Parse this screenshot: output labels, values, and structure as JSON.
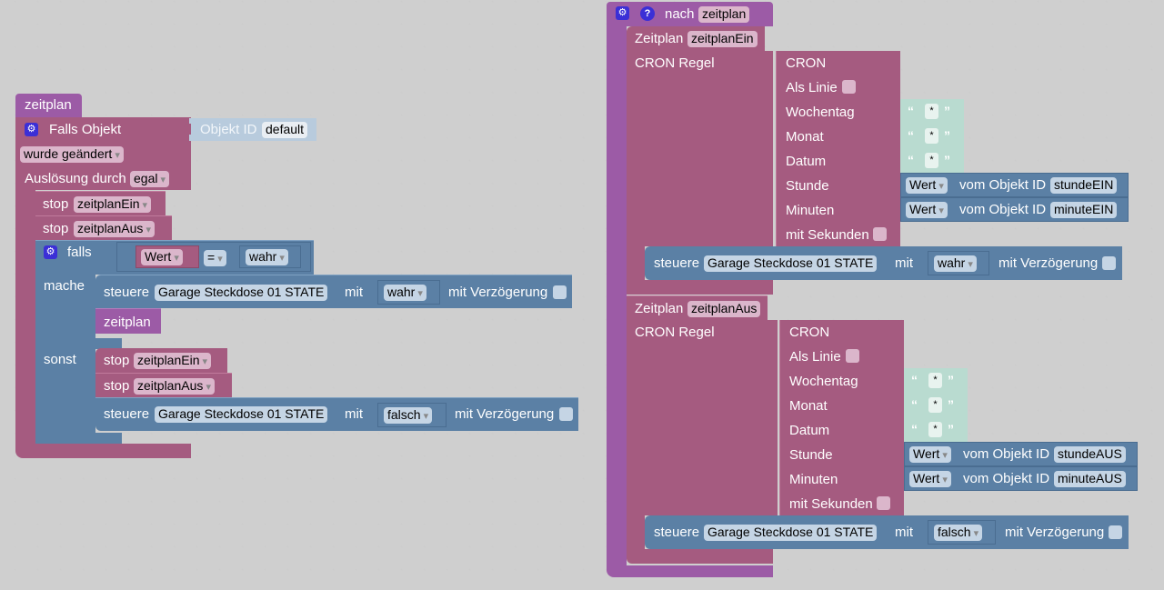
{
  "left_script": {
    "trigger_block": "zeitplan",
    "on_change": {
      "label": "Falls Objekt",
      "object_id_label": "Objekt ID",
      "object_id_value": "default",
      "condition": "wurde geändert",
      "trigger_label": "Auslösung durch",
      "trigger_value": "egal"
    },
    "stops": [
      {
        "label": "stop",
        "value": "zeitplanEin"
      },
      {
        "label": "stop",
        "value": "zeitplanAus"
      }
    ],
    "if_block": {
      "if_label": "falls",
      "left": "Wert",
      "operator": "=",
      "right": "wahr",
      "then_label": "mache",
      "then_control": {
        "label": "steuere",
        "object": "Garage Steckdose 01 STATE",
        "with": "mit",
        "value": "wahr",
        "delay": "mit Verzögerung"
      },
      "then_call": "zeitplan",
      "else_label": "sonst",
      "else_stops": [
        {
          "label": "stop",
          "value": "zeitplanEin"
        },
        {
          "label": "stop",
          "value": "zeitplanAus"
        }
      ],
      "else_control": {
        "label": "steuere",
        "object": "Garage Steckdose 01 STATE",
        "with": "mit",
        "value": "falsch",
        "delay": "mit Verzögerung"
      }
    }
  },
  "right_script": {
    "function_label": "nach",
    "function_name": "zeitplan",
    "schedules": [
      {
        "label": "Zeitplan",
        "name": "zeitplanEin",
        "cron_rule": "CRON Regel",
        "cron": {
          "title": "CRON",
          "as_line": "Als Linie",
          "weekday": "Wochentag",
          "month": "Monat",
          "date": "Datum",
          "hour": "Stunde",
          "minutes": "Minuten",
          "with_seconds": "mit Sekunden",
          "star": "*",
          "hour_value": {
            "mode": "Wert",
            "label": "vom Objekt ID",
            "id": "stundeEIN"
          },
          "minute_value": {
            "mode": "Wert",
            "label": "vom Objekt ID",
            "id": "minuteEIN"
          }
        },
        "control": {
          "label": "steuere",
          "object": "Garage Steckdose 01 STATE",
          "with": "mit",
          "value": "wahr",
          "delay": "mit Verzögerung"
        }
      },
      {
        "label": "Zeitplan",
        "name": "zeitplanAus",
        "cron_rule": "CRON Regel",
        "cron": {
          "title": "CRON",
          "as_line": "Als Linie",
          "weekday": "Wochentag",
          "month": "Monat",
          "date": "Datum",
          "hour": "Stunde",
          "minutes": "Minuten",
          "with_seconds": "mit Sekunden",
          "star": "*",
          "hour_value": {
            "mode": "Wert",
            "label": "vom Objekt ID",
            "id": "stundeAUS"
          },
          "minute_value": {
            "mode": "Wert",
            "label": "vom Objekt ID",
            "id": "minuteAUS"
          }
        },
        "control": {
          "label": "steuere",
          "object": "Garage Steckdose 01 STATE",
          "with": "mit",
          "value": "falsch",
          "delay": "mit Verzögerung"
        }
      }
    ]
  },
  "quotes": {
    "open": "“",
    "close": "”"
  },
  "icons": {
    "gear": "⚙",
    "help": "?"
  }
}
